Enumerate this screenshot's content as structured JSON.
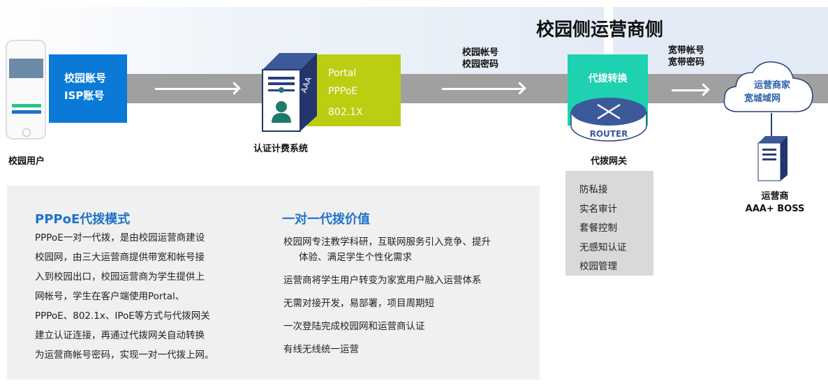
{
  "title": "校园侧运营商侧",
  "user": {
    "label": "校园用户",
    "account_lines": [
      "校园账号",
      "ISP账号"
    ]
  },
  "auth": {
    "label": "认证计费系统",
    "methods": [
      "Portal",
      "PPPoE",
      "802.1X"
    ],
    "server_text": "AAA"
  },
  "campus_creds": [
    "校园帐号",
    "校园密码"
  ],
  "broadband_creds": [
    "宽带帐号",
    "宽带密码"
  ],
  "gateway": {
    "box_label": "代拨转换",
    "router_text": "ROUTER",
    "label": "代拨网关",
    "features": [
      "防私接",
      "实名审计",
      "套餐控制",
      "无感知认证",
      "校园管理"
    ]
  },
  "cloud": {
    "lines": [
      "运营商家",
      "宽城域网"
    ]
  },
  "operator": {
    "lines": [
      "运营商",
      "AAA+ BOSS"
    ]
  },
  "mode": {
    "title": "PPPoE代拨模式",
    "lines": [
      "PPPoE一对一代拨，是由校园运营商建设",
      "校园网，由三大运营商提供带宽和帐号接",
      "入到校园出口，校园运营商为学生提供上",
      "网帐号，学生在客户端使用Portal、",
      "PPPoE、802.1x、IPoE等方式与代拨网关",
      "建立认证连接，再通过代拨网关自动转换",
      "为运营商帐号密码，实现一对一代拨上网。"
    ]
  },
  "value": {
    "title": "一对一代拨价值",
    "items": [
      "校园网专注教学科研，互联网服务引入竞争、提升",
      "体验、满足学生个性化需求",
      "运营商将学生用户转变为家宽用户融入运营体系",
      "无需对接开发，易部署，项目周期短",
      "一次登陆完成校园网和运营商认证",
      "有线无线统一运营"
    ]
  },
  "colors": {
    "blue": "#0a7ad6",
    "lime": "#bccd12",
    "teal": "#1ed1b0",
    "navy": "#2b3f7a"
  }
}
